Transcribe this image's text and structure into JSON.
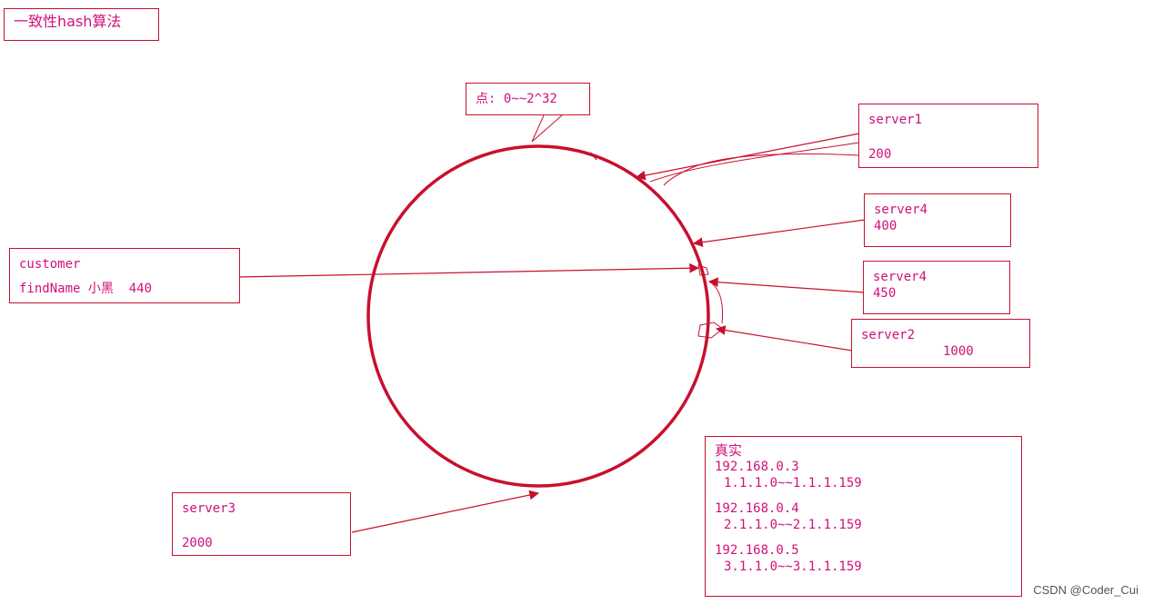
{
  "title": "一致性hash算法",
  "ring_note": "点: 0~~2^32",
  "nodes": {
    "server1": {
      "name": "server1",
      "value": "200"
    },
    "server4a": {
      "name": "server4",
      "value": "400"
    },
    "server4b": {
      "name": "server4",
      "value": "450"
    },
    "server2": {
      "name": "server2",
      "value": "1000"
    },
    "server3": {
      "name": "server3",
      "value": "2000"
    }
  },
  "customer": {
    "label": "customer",
    "query": "findName 小黑  440"
  },
  "real": {
    "title": "真实",
    "entries": [
      {
        "ip": "192.168.0.3",
        "range": "1.1.1.0~~1.1.1.159"
      },
      {
        "ip": "192.168.0.4",
        "range": "2.1.1.0~~2.1.1.159"
      },
      {
        "ip": "192.168.0.5",
        "range": "3.1.1.0~~3.1.1.159"
      }
    ]
  },
  "watermark": "CSDN @Coder_Cui",
  "colors": {
    "line": "#c8102e",
    "text": "#d0107a"
  }
}
